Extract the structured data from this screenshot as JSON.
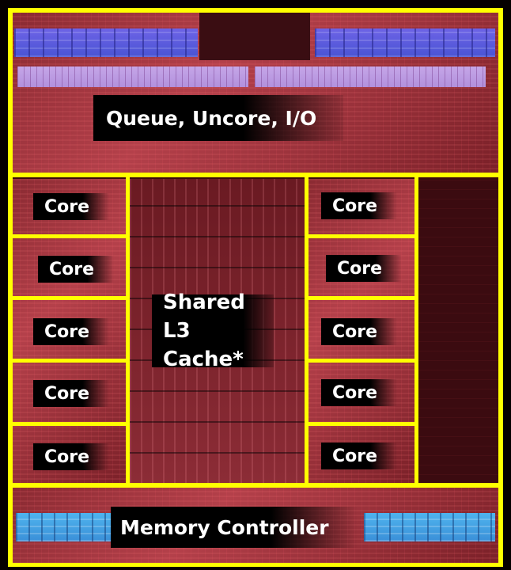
{
  "title": "Processor die map",
  "regions": {
    "uncore": "Queue, Uncore, I/O",
    "l3": [
      "Shared",
      "L3 Cache*"
    ],
    "memory": "Memory Controller"
  },
  "cores": {
    "left": [
      "Core",
      "Core",
      "Core",
      "Core",
      "Core"
    ],
    "right": [
      "Core",
      "Core",
      "Core",
      "Core",
      "Core"
    ]
  },
  "colors": {
    "outline": "#ffff00",
    "die": "#3a0a0c",
    "label_bg": "#000000"
  }
}
